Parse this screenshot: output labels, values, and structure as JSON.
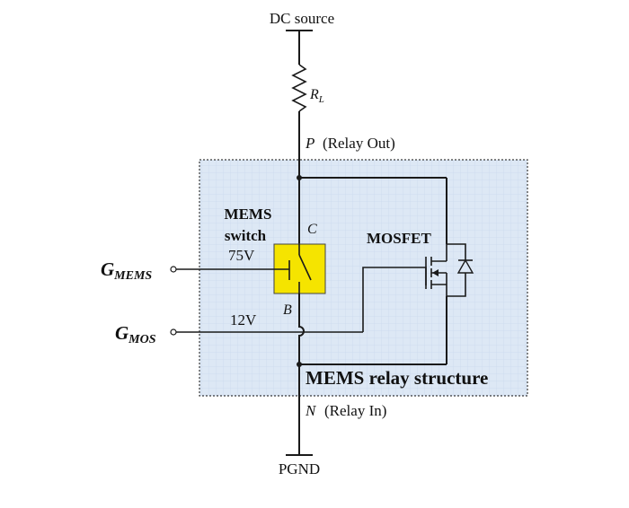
{
  "labels": {
    "dc_source": "DC source",
    "rl_main": "R",
    "rl_sub": "L",
    "p_node": "P",
    "relay_out": "(Relay Out)",
    "mems_switch_line1": "MEMS",
    "mems_switch_line2": "switch",
    "c_node": "C",
    "v75": "75V",
    "b_node": "B",
    "mosfet": "MOSFET",
    "g_mems_main": "G",
    "g_mems_sub": "MEMS",
    "g_mos_main": "G",
    "g_mos_sub": "MOS",
    "v12": "12V",
    "structure": "MEMS relay structure",
    "n_node": "N",
    "relay_in": "(Relay In)",
    "pgnd": "PGND"
  },
  "colors": {
    "structure_fill": "#dde8f5",
    "structure_grid": "#c9d9ee",
    "structure_border": "#3a3a3a",
    "switch_fill": "#f5e400",
    "wire": "#1a1a1a"
  }
}
